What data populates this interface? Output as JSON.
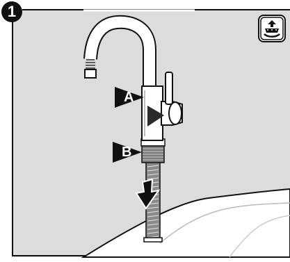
{
  "step": {
    "number": "1"
  },
  "labels": {
    "a": "A",
    "b": "B"
  },
  "icons": {
    "step": "step-1-badge",
    "tool": "hand-tighten-icon",
    "arrow": "down-arrow-icon"
  },
  "colors": {
    "background": "#dcdcdc",
    "line": "#111111",
    "counter": "#ffffff"
  }
}
